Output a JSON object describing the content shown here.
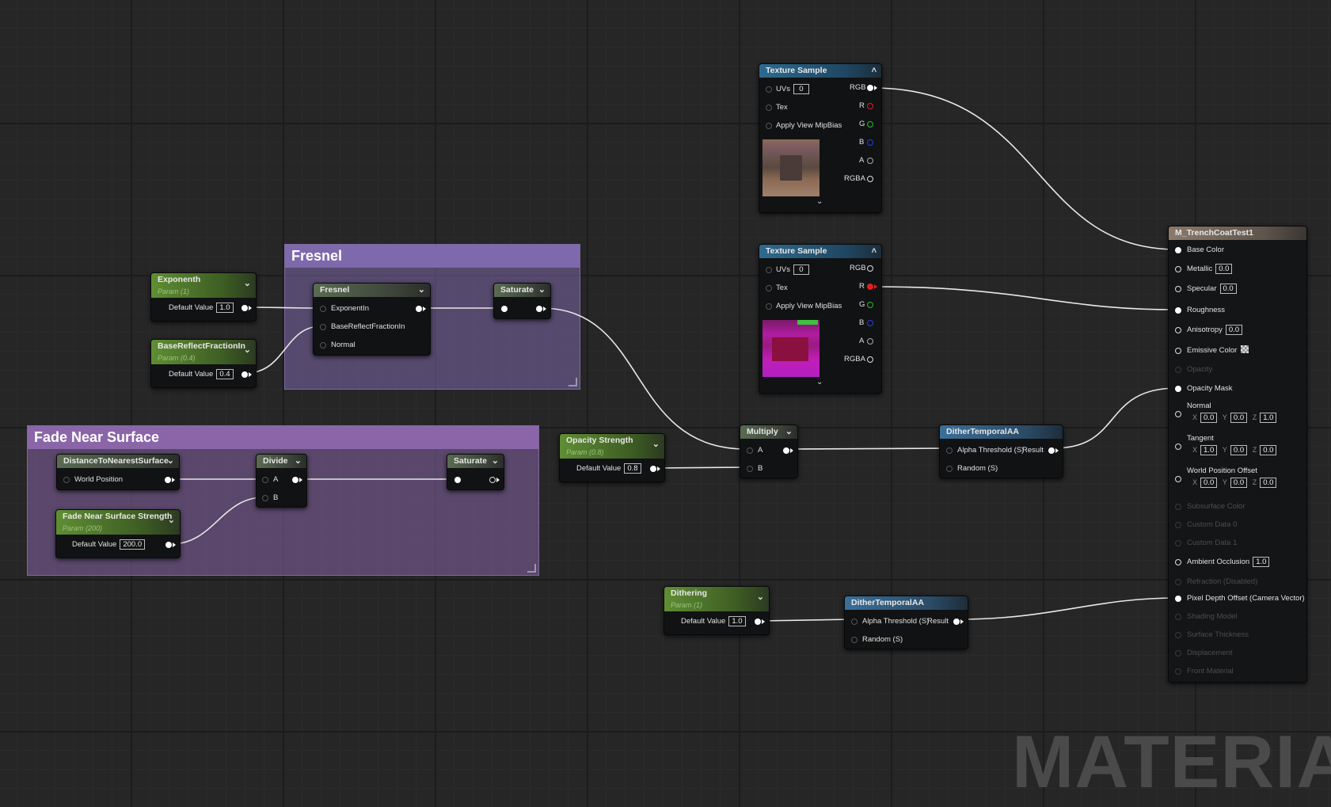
{
  "watermark": "MATERIAL",
  "comments": {
    "fresnel": {
      "title": "Fresnel",
      "color": "#7c66a8"
    },
    "fade": {
      "title": "Fade Near Surface",
      "color": "#7d5e9a"
    }
  },
  "nodes": {
    "exponent": {
      "title": "Exponenth",
      "subtitle": "Param (1)",
      "field_label": "Default Value",
      "value": "1.0"
    },
    "base_reflect": {
      "title": "BaseReflectFractionIn",
      "subtitle": "Param (0.4)",
      "field_label": "Default Value",
      "value": "0.4"
    },
    "fresnel": {
      "title": "Fresnel",
      "inputs": [
        "ExponentIn",
        "BaseReflectFractionIn",
        "Normal"
      ]
    },
    "saturate1": {
      "title": "Saturate"
    },
    "distance": {
      "title": "DistanceToNearestSurface",
      "input": "World Position"
    },
    "fade_strength": {
      "title": "Fade Near Surface Strength",
      "subtitle": "Param (200)",
      "field_label": "Default Value",
      "value": "200.0"
    },
    "divide": {
      "title": "Divide",
      "inputs": [
        "A",
        "B"
      ]
    },
    "saturate2": {
      "title": "Saturate"
    },
    "opacity_strength": {
      "title": "Opacity Strength",
      "subtitle": "Param (0.8)",
      "field_label": "Default Value",
      "value": "0.8"
    },
    "multiply": {
      "title": "Multiply",
      "inputs": [
        "A",
        "B"
      ]
    },
    "dither1": {
      "title": "DitherTemporalAA",
      "inputs": [
        "Alpha Threshold (S)",
        "Random (S)"
      ],
      "output": "Result"
    },
    "dithering": {
      "title": "Dithering",
      "subtitle": "Param (1)",
      "field_label": "Default Value",
      "value": "1.0"
    },
    "dither2": {
      "title": "DitherTemporalAA",
      "inputs": [
        "Alpha Threshold (S)",
        "Random (S)"
      ],
      "output": "Result"
    },
    "tex1": {
      "title": "Texture Sample",
      "inputs": [
        "UVs",
        "Tex",
        "Apply View MipBias"
      ],
      "uv_value": "0",
      "outputs": [
        "RGB",
        "R",
        "G",
        "B",
        "A",
        "RGBA"
      ]
    },
    "tex2": {
      "title": "Texture Sample",
      "inputs": [
        "UVs",
        "Tex",
        "Apply View MipBias"
      ],
      "uv_value": "0",
      "outputs": [
        "RGB",
        "R",
        "G",
        "B",
        "A",
        "RGBA"
      ]
    },
    "root": {
      "title": "M_TrenchCoatTest1",
      "pins": {
        "base_color": "Base Color",
        "metallic": "Metallic",
        "metallic_val": "0.0",
        "specular": "Specular",
        "specular_val": "0.0",
        "roughness": "Roughness",
        "anisotropy": "Anisotropy",
        "anisotropy_val": "0.0",
        "emissive": "Emissive Color",
        "opacity": "Opacity",
        "opacity_mask": "Opacity Mask",
        "normal": "Normal",
        "normal_vals": [
          "0.0",
          "0.0",
          "1.0"
        ],
        "tangent": "Tangent",
        "tangent_vals": [
          "1.0",
          "0.0",
          "0.0"
        ],
        "wpo": "World Position Offset",
        "wpo_vals": [
          "0.0",
          "0.0",
          "0.0"
        ],
        "subsurface": "Subsurface Color",
        "custom0": "Custom Data 0",
        "custom1": "Custom Data 1",
        "ao": "Ambient Occlusion",
        "ao_val": "1.0",
        "refraction": "Refraction (Disabled)",
        "pdo": "Pixel Depth Offset (Camera Vector)",
        "shading": "Shading Model",
        "thickness": "Surface Thickness",
        "displacement": "Displacement",
        "front": "Front Material"
      },
      "axis_labels": [
        "X",
        "Y",
        "Z"
      ]
    }
  }
}
